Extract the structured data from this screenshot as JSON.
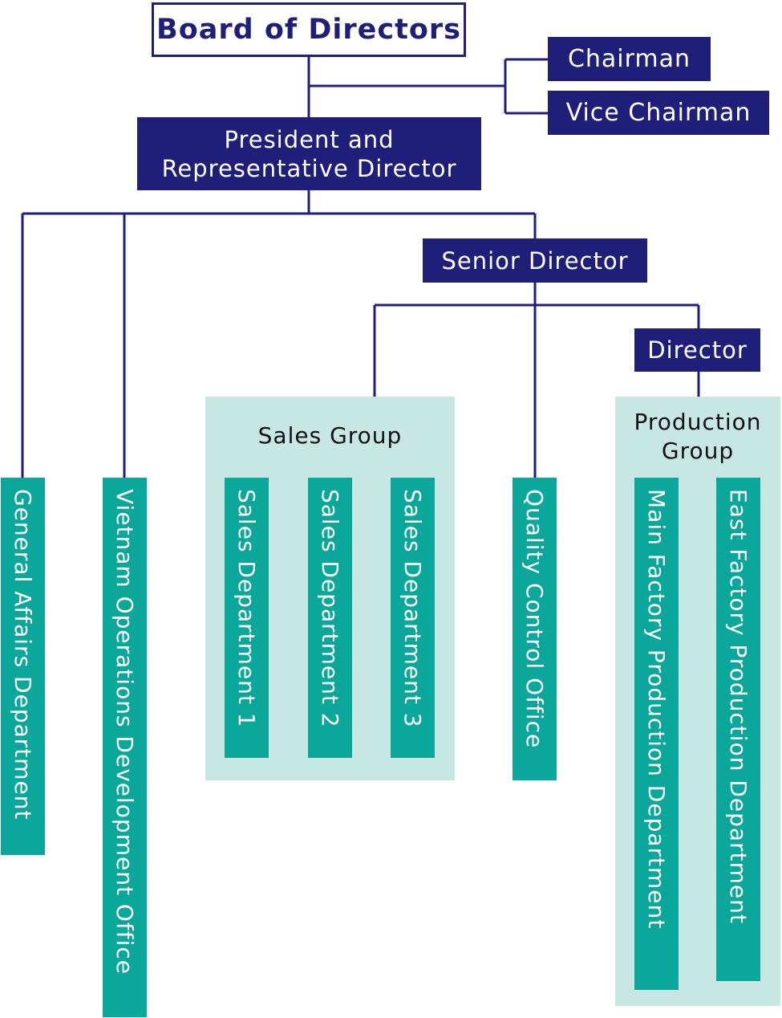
{
  "board": "Board of Directors",
  "chairman": "Chairman",
  "vice_chairman": "Vice Chairman",
  "president": {
    "line1": "President and",
    "line2": "Representative Director"
  },
  "senior_director": "Senior Director",
  "director": "Director",
  "sales_group": {
    "label": "Sales Group"
  },
  "production_group": {
    "line1": "Production",
    "line2": "Group"
  },
  "departments": {
    "general_affairs": "General Affairs Department",
    "vietnam_ops": "Vietnam Operations Development Office",
    "sales_1": "Sales Department 1",
    "sales_2": "Sales Department 2",
    "sales_3": "Sales Department 3",
    "quality_control": "Quality Control Office",
    "main_factory": "Main Factory Production Department",
    "east_factory": "East Factory Production Department"
  },
  "colors": {
    "navy": "#1f1f7a",
    "teal": "#0aa79a",
    "group_bg": "#c7e7e3"
  }
}
